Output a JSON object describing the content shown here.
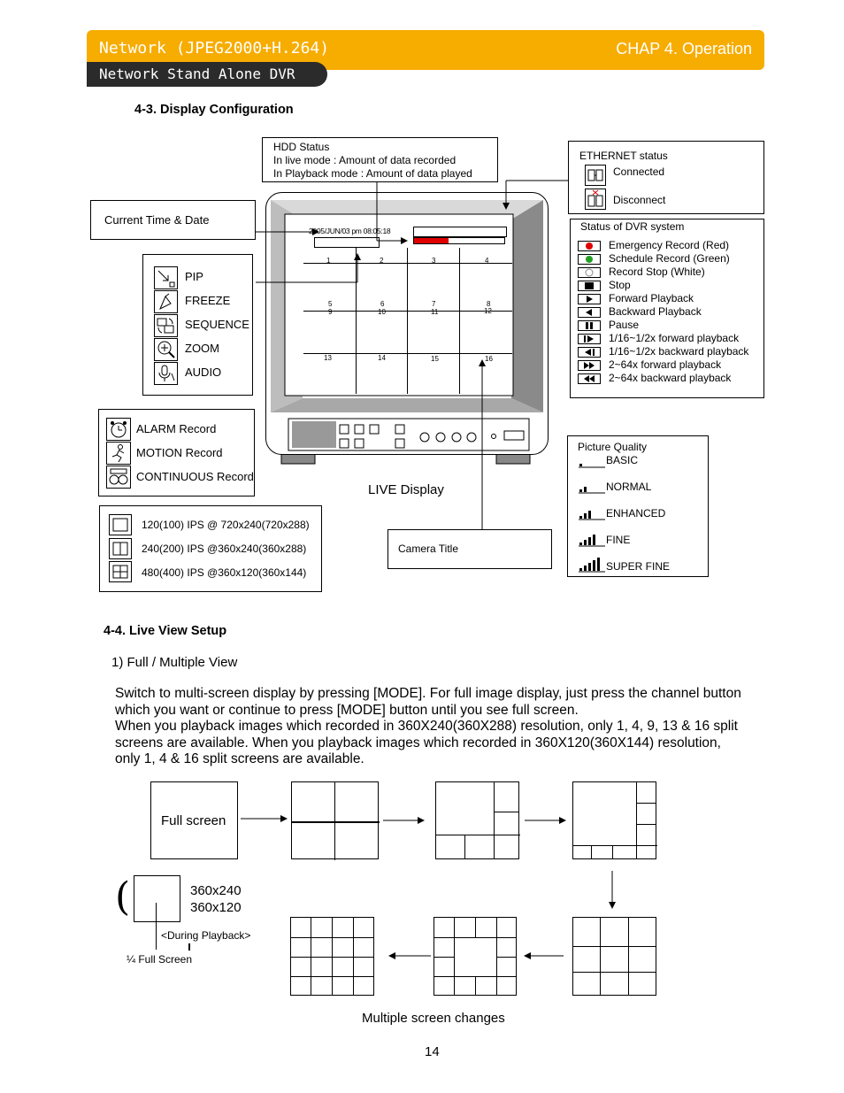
{
  "header": {
    "title": "Network (JPEG2000+H.264)",
    "chapter": "CHAP 4. Operation",
    "subtitle": "Network Stand Alone DVR"
  },
  "section_display": {
    "heading": "4-3. Display Configuration",
    "hdd_status": [
      "HDD Status",
      "In live mode : Amount of data recorded",
      "In Playback mode : Amount of data played"
    ],
    "current_time_label": "Current Time & Date",
    "ethernet": {
      "title": "ETHERNET status",
      "connected": "Connected",
      "disconnect": "Disconnect"
    },
    "dvr_status": {
      "title": "Status of DVR system",
      "items": [
        "Emergency Record (Red)",
        "Schedule Record (Green)",
        "Record Stop (White)",
        "Stop",
        "Forward Playback",
        "Backward Playback",
        "Pause",
        "1/16~1/2x forward playback",
        "1/16~1/2x backward playback",
        "2~64x forward playback",
        "2~64x backward playback"
      ]
    },
    "tools": [
      "PIP",
      "FREEZE",
      "SEQUENCE",
      "ZOOM",
      "AUDIO"
    ],
    "record_modes": [
      "ALARM Record",
      "MOTION Record",
      "CONTINUOUS Record"
    ],
    "ips_modes": [
      "120(100) IPS @ 720x240(720x288)",
      "240(200) IPS @360x240(360x288)",
      "480(400) IPS @360x120(360x144)"
    ],
    "monitor": {
      "datetime": "2005/JUN/03 pm 08:05:18",
      "channels": [
        "1",
        "2",
        "3",
        "4",
        "5",
        "6",
        "7",
        "8",
        "9",
        "10",
        "11",
        "12",
        "13",
        "14",
        "15",
        "16"
      ]
    },
    "live_display": "LIVE Display",
    "camera_title": "Camera Title",
    "picture_quality": {
      "title": "Picture Quality",
      "levels": [
        "BASIC",
        "NORMAL",
        "ENHANCED",
        "FINE",
        "SUPER FINE"
      ]
    },
    "colors": {
      "header": "#f7ac00",
      "subheader": "#2b2b2b",
      "emergency": "#e00000",
      "schedule": "#22a022",
      "hdd_bar": "#e00000"
    }
  },
  "section_live": {
    "heading": "4-4. Live View Setup",
    "subheading": "1) Full / Multiple View",
    "paragraph_lines": [
      "Switch to multi-screen display by pressing [MODE]. For full image display, just press the channel button",
      "which you want or continue to press [MODE] button until you see full screen.",
      "When you playback images which recorded in 360X240(360X288) resolution, only 1, 4, 9, 13 & 16 split",
      "screens are available. When you playback images which recorded in 360X120(360X144) resolution,",
      "only 1, 4 & 16 split screens are available."
    ],
    "full_screen": "Full screen",
    "res1": "360x240",
    "res2": "360x120",
    "during_playback": "<During Playback>",
    "quarter_full": "¼ Full Screen",
    "caption": "Multiple screen changes"
  },
  "page_number": "14"
}
